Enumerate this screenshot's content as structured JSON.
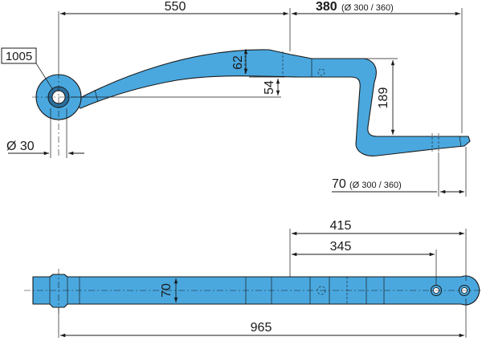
{
  "dimensions": {
    "top_length": "550",
    "top_right_value": "380",
    "top_right_note": "(Ø 300 / 360)",
    "height_62": "62",
    "height_54": "54",
    "height_189": "189",
    "eye_diameter": "Ø 30",
    "bottom_offset_value": "70",
    "bottom_offset_note": "(Ø 300 / 360)",
    "plan_415": "415",
    "plan_345": "345",
    "plan_width": "70",
    "overall_length": "965"
  },
  "reference_label": "1005",
  "colors": {
    "part_fill": "#4aa8df",
    "line": "#1a1a1a",
    "background": "#ffffff"
  }
}
